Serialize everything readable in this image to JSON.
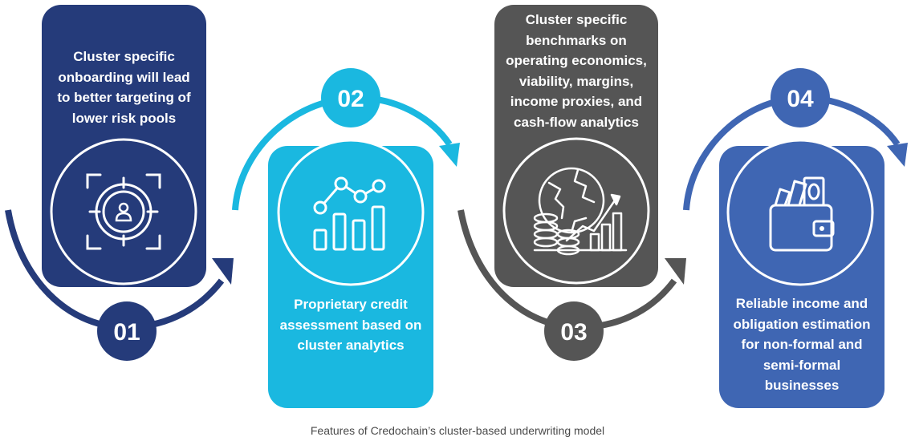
{
  "steps": [
    {
      "number": "01",
      "text": "Cluster specific\nonboarding will lead\nto better targeting of\nlower risk pools",
      "color": "#253b7a",
      "icon": "target-person-icon"
    },
    {
      "number": "02",
      "text": "Proprietary credit\nassessment based on\ncluster analytics",
      "color": "#1ab8e0",
      "icon": "line-bar-chart-icon"
    },
    {
      "number": "03",
      "text": "Cluster specific\nbenchmarks on\noperating economics,\nviability, margins,\nincome proxies, and\ncash-flow analytics",
      "color": "#555555",
      "icon": "globe-coins-growth-icon"
    },
    {
      "number": "04",
      "text": "Reliable income and\nobligation estimation\nfor non-formal and\nsemi-formal\nbusinesses",
      "color": "#3f66b3",
      "icon": "wallet-money-icon"
    }
  ],
  "caption": "Features of Credochain’s cluster-based underwriting model"
}
